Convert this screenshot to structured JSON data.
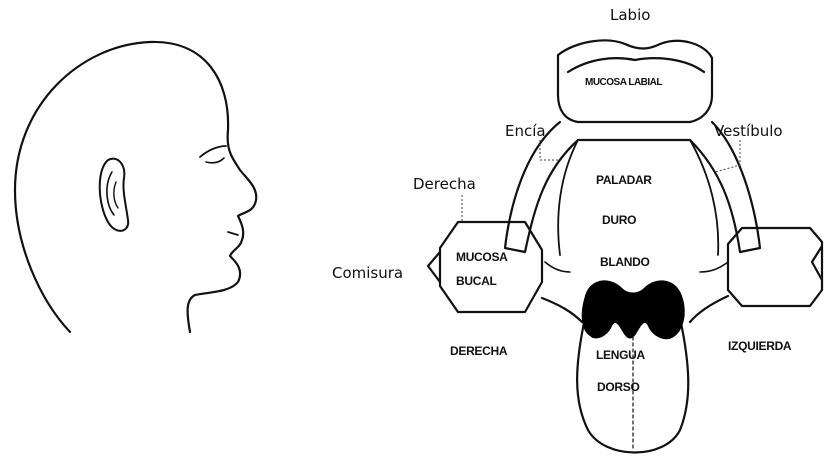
{
  "labels": {
    "labio": "Labio",
    "mucosa_labial": "MUCOSA LABIAL",
    "encia": "Encía",
    "vestibulo": "Vestíbulo",
    "derecha": "Derecha",
    "comisura": "Comisura",
    "mucosa": "MUCOSA",
    "bucal": "BUCAL",
    "paladar": "PALADAR",
    "duro": "DURO",
    "blando": "BLANDO",
    "lengua": "LENGUA",
    "dorso": "DORSO",
    "derecha_caps": "DERECHA",
    "izquierda_caps": "IZQUIERDA"
  },
  "colors": {
    "line": "#111111",
    "background": "#ffffff",
    "fill_dark": "#000000"
  }
}
